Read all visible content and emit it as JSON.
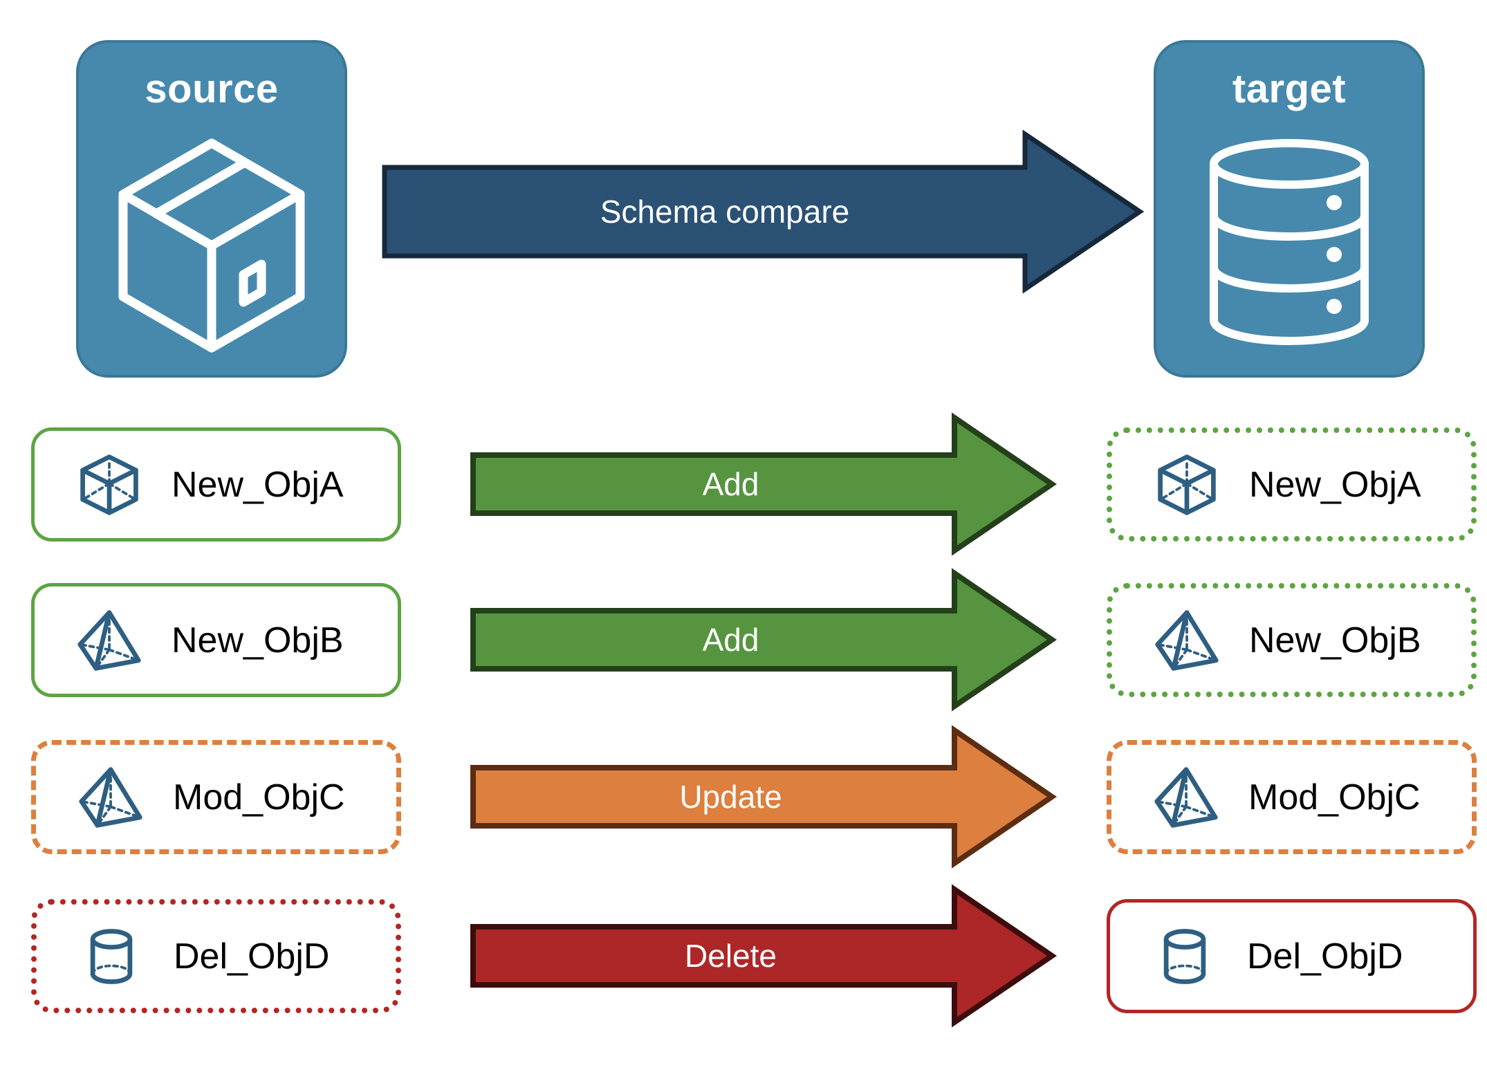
{
  "diagram": {
    "title_source": "source",
    "title_target": "target",
    "compare_arrow_label": "Schema compare",
    "source_icon": "package-box-icon",
    "target_icon": "database-cylinder-icon"
  },
  "colors": {
    "panel_fill": "#4689ad",
    "panel_border": "#3a7896",
    "compare_arrow_fill": "#2b5175",
    "compare_arrow_border": "#16283a",
    "add_fill": "#579440",
    "add_border": "#24401a",
    "update_fill": "#dd7f3e",
    "update_border": "#5c2d12",
    "delete_fill": "#ae2728",
    "delete_border": "#3d0d0d",
    "green": "#5da442",
    "orange": "#dd7f3e",
    "red": "#b42525",
    "icon_blue": "#2e5f82",
    "text_black": "#000000",
    "text_white": "#ffffff"
  },
  "rows": [
    {
      "action": "Add",
      "arrow_fill": "#579440",
      "arrow_border": "#24401a",
      "source": {
        "label": "New_ObjA",
        "icon": "wireframe-cube-icon",
        "border_color": "#5da442",
        "border_style": "bs-solid"
      },
      "target": {
        "label": "New_ObjA",
        "icon": "wireframe-cube-icon",
        "border_color": "#5da442",
        "border_style": "bs-dotted"
      }
    },
    {
      "action": "Add",
      "arrow_fill": "#579440",
      "arrow_border": "#24401a",
      "source": {
        "label": "New_ObjB",
        "icon": "wireframe-pyramid-icon",
        "border_color": "#5da442",
        "border_style": "bs-solid"
      },
      "target": {
        "label": "New_ObjB",
        "icon": "wireframe-pyramid-icon",
        "border_color": "#5da442",
        "border_style": "bs-dotted"
      }
    },
    {
      "action": "Update",
      "arrow_fill": "#dd7f3e",
      "arrow_border": "#5c2d12",
      "source": {
        "label": "Mod_ObjC",
        "icon": "wireframe-pyramid-icon",
        "border_color": "#dd7f3e",
        "border_style": "bs-dashed"
      },
      "target": {
        "label": "Mod_ObjC",
        "icon": "wireframe-pyramid-icon",
        "border_color": "#dd7f3e",
        "border_style": "bs-dashed"
      }
    },
    {
      "action": "Delete",
      "arrow_fill": "#ae2728",
      "arrow_border": "#3d0d0d",
      "source": {
        "label": "Del_ObjD",
        "icon": "wireframe-cylinder-icon",
        "border_color": "#b42525",
        "border_style": "bs-dotted"
      },
      "target": {
        "label": "Del_ObjD",
        "icon": "wireframe-cylinder-icon",
        "border_color": "#b42525",
        "border_style": "bs-solid"
      }
    }
  ]
}
